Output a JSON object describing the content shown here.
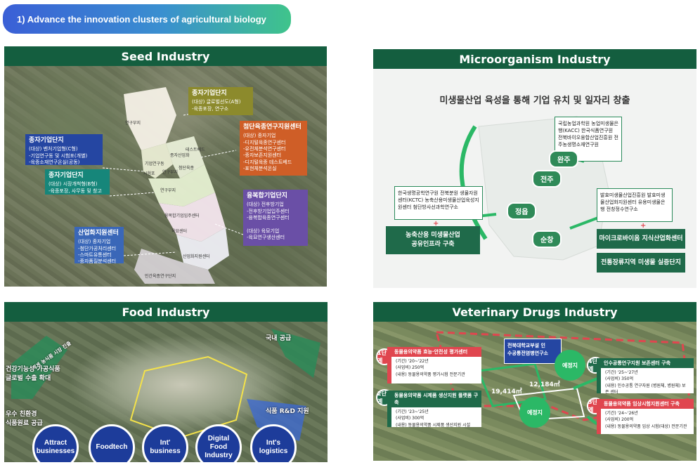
{
  "header": {
    "title": "1) Advance the innovation clusters of agricultural biology"
  },
  "seed": {
    "title": "Seed Industry",
    "labels": [
      {
        "title": "종자기업단지",
        "body": "(대상) 글로벌선도(A형)\n-육종포장, 연구소"
      },
      {
        "title": "첨단육종연구지원센터",
        "body": "(대상) 종자기업\n-디지털육종연구센터\n-유전체분석연구센터\n-종자보존지원센터\n-디지털육종 테스트베드\n-표현체분석온실"
      },
      {
        "title": "종자기업단지",
        "body": "(대상) 벤처기업형(C형)\n-기업연구동 및 시험포(개별)\n-육종소재연구온실(공동)"
      },
      {
        "title": "종자기업단지",
        "body": "(대상) 시장개척형(B형)\n-육종포장, 사무동 및 창고"
      },
      {
        "title": "융복합기업단지",
        "body": "(대상) 전후방기업\n-전후방기업입주센터\n-융복합육종연구센터\n\n(대상) 육묘기업\n-육묘연구생산센터"
      },
      {
        "title": "산업화지원센터",
        "body": "(대상) 종자기업\n-첨단가공처리센터\n-스마트유통센터\n-종자품질분석센터"
      }
    ],
    "zones": [
      "연구부지",
      "기업연구동",
      "시험포",
      "연구부지",
      "종자산업화",
      "테스트베드",
      "첨단육종",
      "연구부지",
      "융복합기업입주센터",
      "육묘센터",
      "산업화지원센터",
      "민간육종연구단지"
    ]
  },
  "micro": {
    "title": "Microorganism Industry",
    "headline": "미생물산업 육성을 통해 기업 유치 및 일자리 창출",
    "boxes": [
      "국립농업과학원 농업미생물은행(KACC) 한국식품연구원 전북바이오융합산업진흥원 전주농생명소재연구원",
      "한국생명공학연구원 전북분원 생물자원센터(KCTC) 농축산용미생물산업육성지원센터 첨단방사선과학연구소",
      "발효미생물산업진흥원 발효미생물산업화지원센터 유용미생물은행 전창정수연구소"
    ],
    "green_boxes": [
      "농축산용 미생물산업\n공유인프라 구축",
      "마이크로바이옴 지식산업화센터",
      "전통장류지역 미생물 실증단지"
    ],
    "cities": [
      "완주",
      "전주",
      "정읍",
      "순창"
    ],
    "plus": "+"
  },
  "food": {
    "title": "Food Industry",
    "arrows": [
      "국내 공급",
      "세계 농식품 시장 진출",
      "건강기능성 가공식품\n글로벌 수출 확대",
      "우수 친환경\n식품원료 공급",
      "식품 R&D 지원"
    ],
    "bubbles": [
      "Attract\nbusinesses",
      "Foodtech",
      "Int'\nbusiness",
      "Digital\nFood\nIndustry",
      "Int's\nlogistics"
    ]
  },
  "vet": {
    "title": "Veterinary Drugs Industry",
    "center": "전북대학교부설 인\n수공통전염병연구소",
    "areas": [
      "12,184㎡",
      "19,414㎡"
    ],
    "circles": [
      "예정지",
      "예정지"
    ],
    "steps": [
      {
        "badge": "1단계",
        "head": "동물용의약품 효능·안전성 평가센터",
        "lines": [
          "(기간) '20~'22년",
          "(사업비) 250억",
          "(내용) 동물용의약품 평가시험 전문기관"
        ]
      },
      {
        "badge": "2단계",
        "head": "동물용의약품 시제품 생산지원 플랫폼 구축",
        "lines": [
          "(기간) '23~'25년",
          "(사업비) 300억",
          "(내용) 동물용의약품 시제품 생산지원 시설"
        ]
      },
      {
        "badge": "4단계",
        "head": "인수공통연구지원 보존센터 구축",
        "lines": [
          "(기간) '25~'27년",
          "(사업비) 350억",
          "(내용) 인수공통 연구자원 (병원체, 병원체) 보존 센터"
        ]
      },
      {
        "badge": "3단계",
        "head": "동물용의약품 임상시험지원센터 구축",
        "lines": [
          "(기간) '24~'26년",
          "(사업비) 200억",
          "(내용) 동물용의약품 임상 시험(대상) 전문기관"
        ]
      }
    ]
  },
  "colors": {
    "panel_title": "#145e3f",
    "badge_red": "#e0464f",
    "badge_green": "#1f6a4a",
    "bubble": "#1d3c9a"
  }
}
